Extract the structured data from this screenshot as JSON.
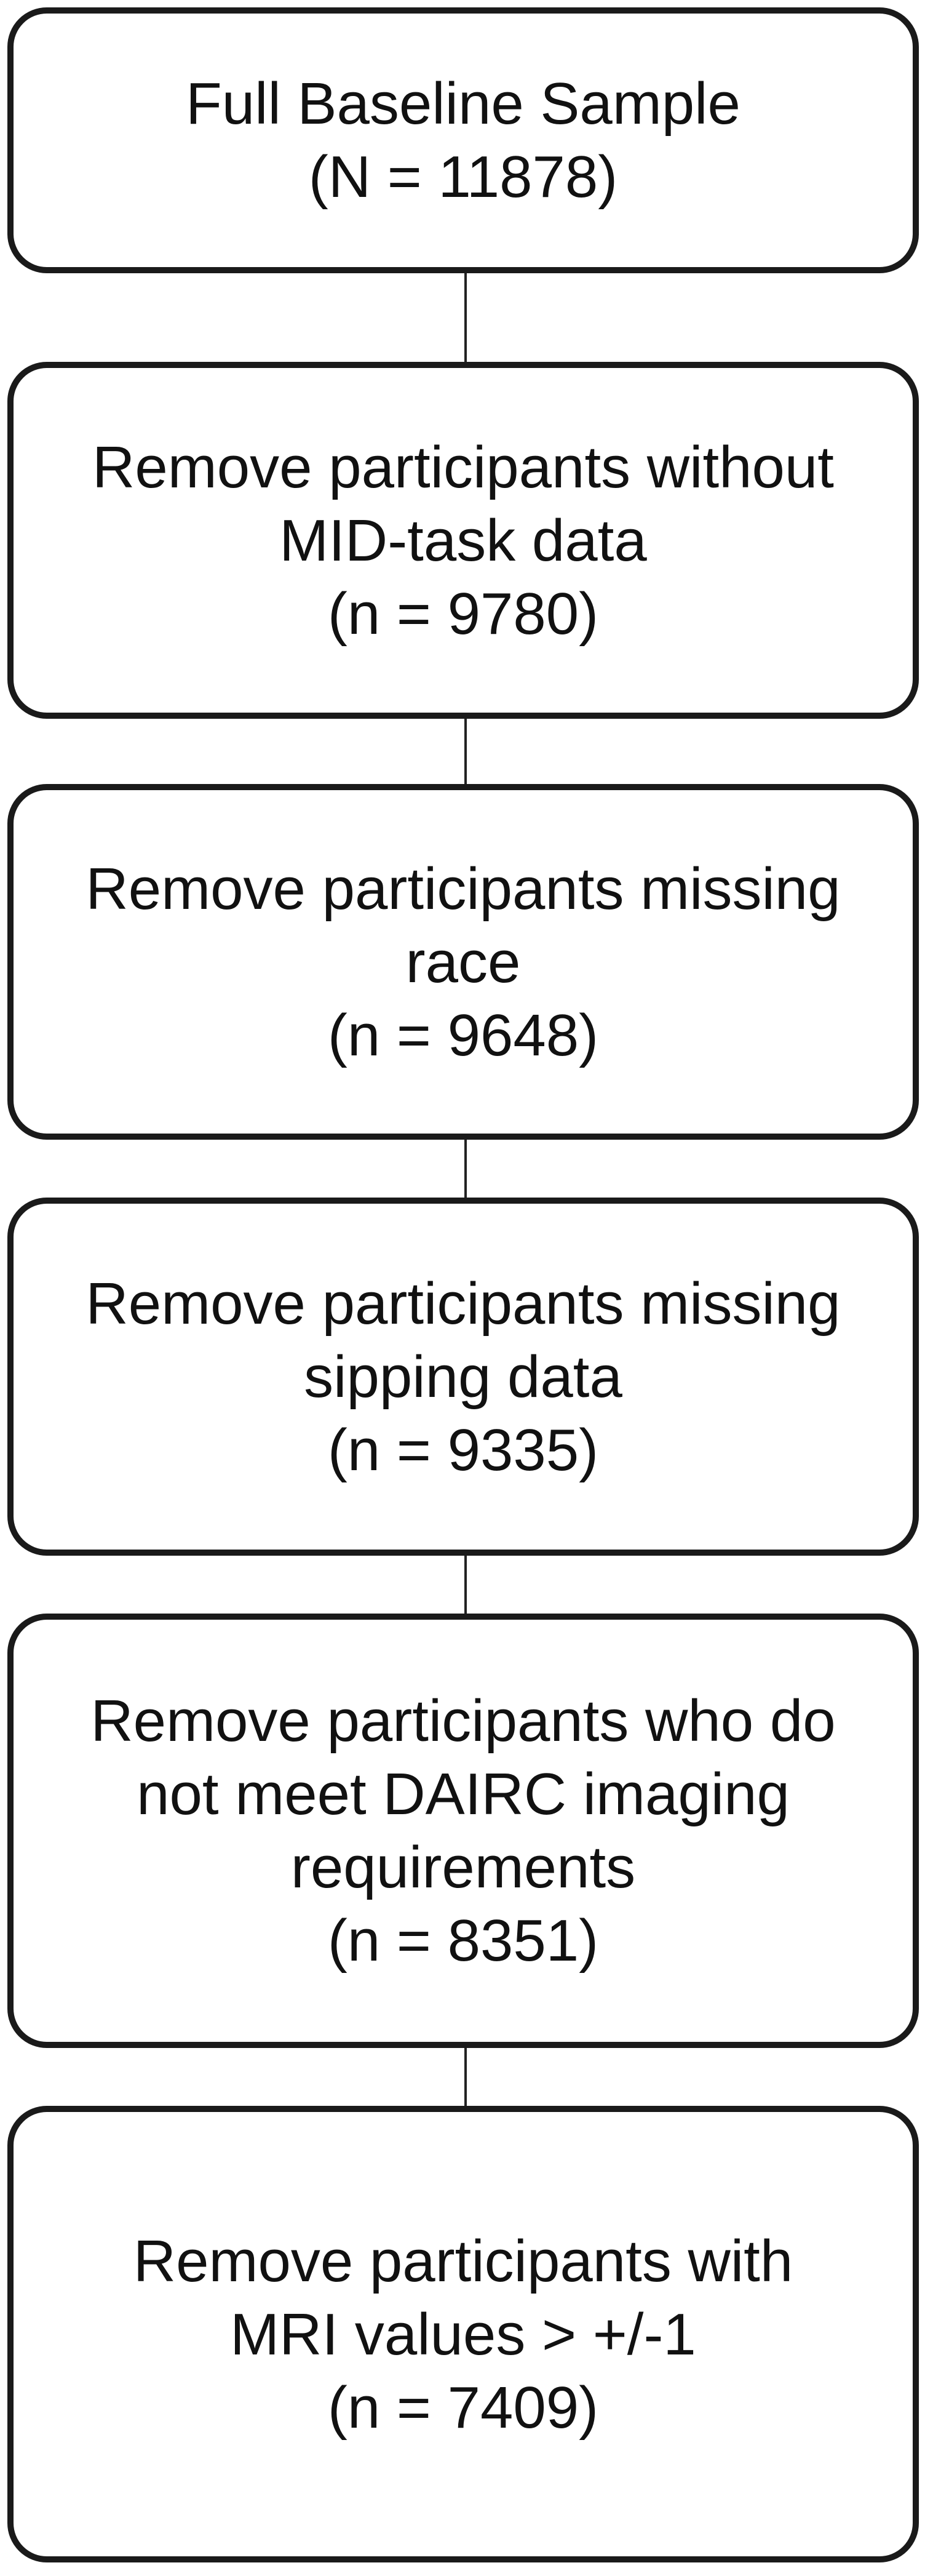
{
  "steps": [
    {
      "lines": [
        "Full Baseline Sample",
        "(N = 11878)"
      ]
    },
    {
      "lines": [
        "Remove participants without",
        "MID-task data",
        "(n = 9780)"
      ]
    },
    {
      "lines": [
        "Remove participants missing",
        "race",
        "(n = 9648)"
      ]
    },
    {
      "lines": [
        "Remove participants missing",
        "sipping data",
        "(n = 9335)"
      ]
    },
    {
      "lines": [
        "Remove participants who do",
        "not meet DAIRC imaging",
        "requirements",
        "(n = 8351)"
      ]
    },
    {
      "lines": [
        "Remove participants with",
        "MRI values > +/-1",
        "(n = 7409)"
      ]
    }
  ],
  "colors": {
    "border": "#1a1a1a",
    "text": "#111111",
    "arrow": "#222222",
    "background": "#ffffff"
  }
}
